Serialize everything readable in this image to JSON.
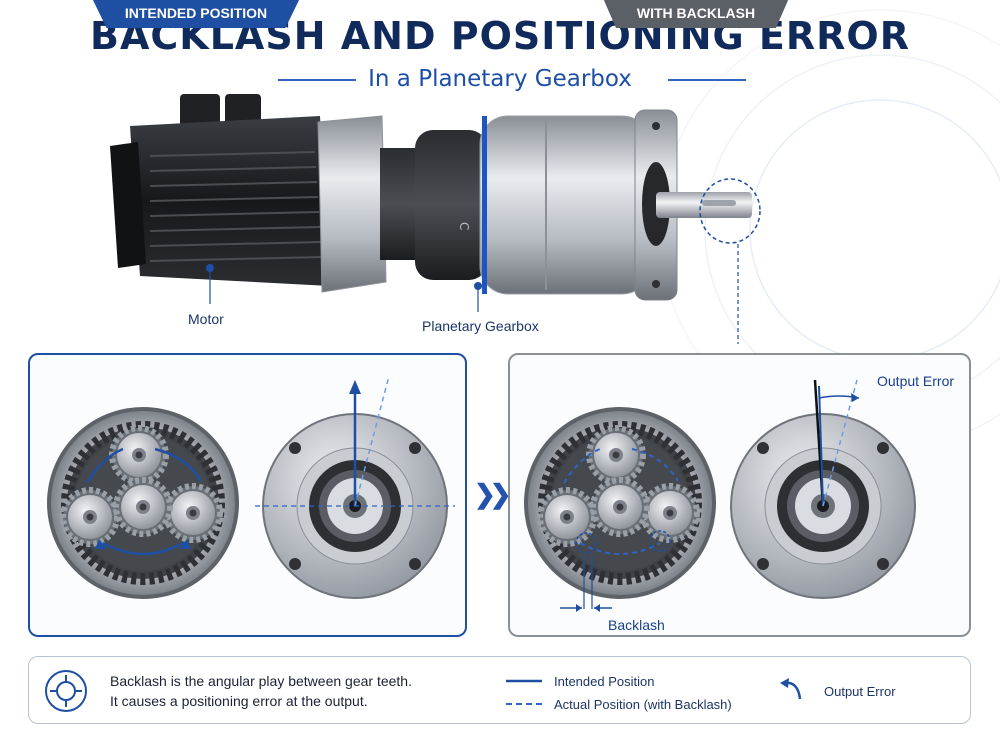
{
  "header": {
    "title": "BACKLASH AND POSITIONING ERROR",
    "subtitle": "In a Planetary Gearbox"
  },
  "hero": {
    "motor_label": "Motor",
    "gearbox_label": "Planetary Gearbox",
    "gearbox_badge": "C"
  },
  "panels": {
    "left_tab": "INTENDED POSITION",
    "right_tab": "WITH BACKLASH",
    "output_error_label": "Output Error",
    "backlash_label": "Backlash"
  },
  "legend": {
    "description_line1": "Backlash is the angular play between gear teeth.",
    "description_line2": "It causes a positioning error at the output.",
    "intended": "Intended Position",
    "actual": "Actual Position (with Backlash)",
    "error": "Output Error"
  },
  "colors": {
    "navy": "#102a5c",
    "accent_blue": "#1e4fa3",
    "gray_tab": "#5b5f66"
  },
  "icons": {
    "transition": "double-chevron-right-icon",
    "target": "crosshair-target-icon",
    "error_arrow": "curved-arrow-icon"
  }
}
